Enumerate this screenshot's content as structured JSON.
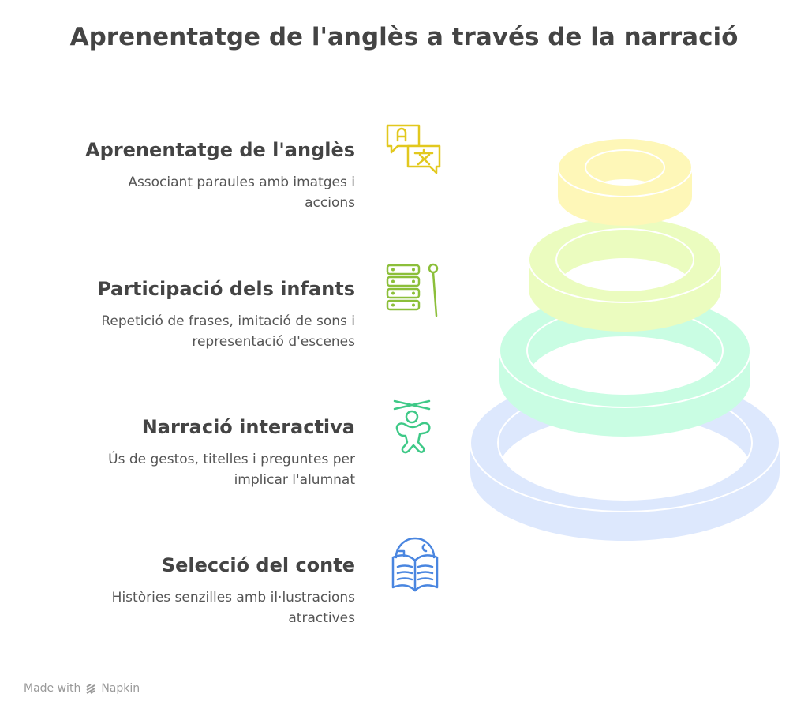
{
  "title": "Aprenentatge de l'anglès a través de la narració",
  "items": [
    {
      "heading": "Aprenentatge de l'anglès",
      "desc_1": "Associant paraules amb imatges i",
      "desc_2": "accions",
      "icon": "translate-icon",
      "color": "#e2c81e",
      "ring": "#fef7b8"
    },
    {
      "heading": "Participació dels infants",
      "desc_1": "Repetició de frases, imitació de sons i",
      "desc_2": "representació d'escenes",
      "icon": "xylophone-icon",
      "color": "#8cbf3a",
      "ring": "#ebfcbf"
    },
    {
      "heading": "Narració interactiva",
      "desc_1": "Ús de gestos, titelles i preguntes per",
      "desc_2": "implicar l'alumnat",
      "icon": "puppet-icon",
      "color": "#3ec987",
      "ring": "#c9fde3"
    },
    {
      "heading": "Selecció del conte",
      "desc_1": "Històries senzilles amb il·lustracions",
      "desc_2": "atractives",
      "icon": "book-globe-icon",
      "color": "#4a86e0",
      "ring": "#dde8fd"
    }
  ],
  "footer": {
    "made_with": "Made with",
    "brand": "Napkin"
  }
}
